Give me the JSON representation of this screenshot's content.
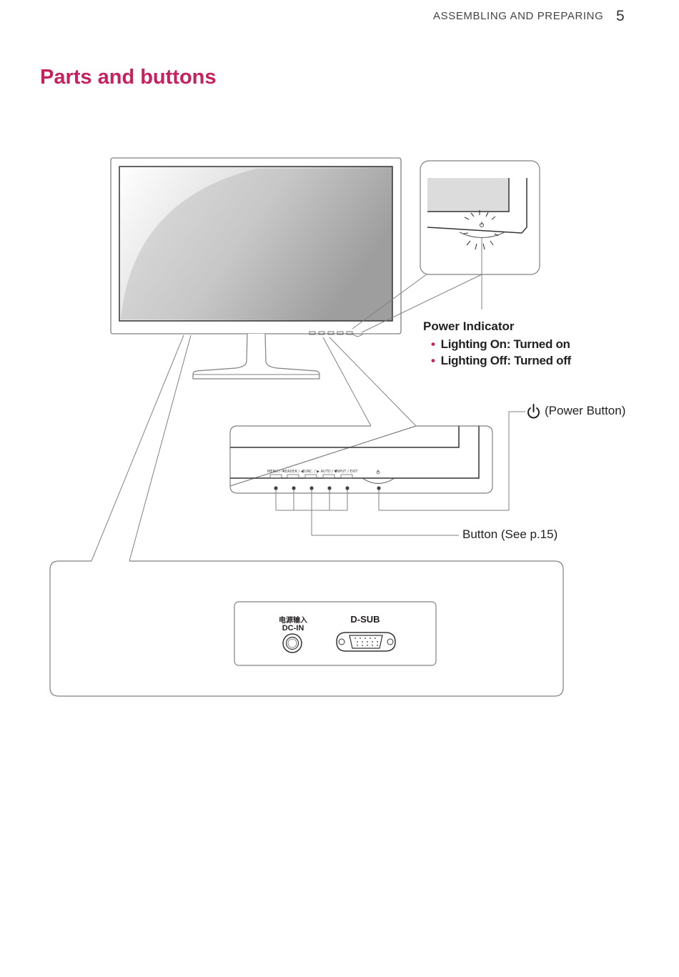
{
  "header": {
    "section": "ASSEMBLING AND PREPARING",
    "page_number": "5"
  },
  "title": "Parts and buttons",
  "power_indicator": {
    "title": "Power Indicator",
    "items": [
      "Lighting On: Turned on",
      "Lighting Off: Turned off"
    ]
  },
  "power_button": {
    "icon": "power-icon",
    "label": "(Power Button)"
  },
  "buttons_callout": {
    "label": "Button (See p.15)"
  },
  "control_buttons": [
    "MENU / ⇦",
    "READER / ◀",
    "FUNC. / ▶",
    "AUTO / ▼",
    "INPUT / EXIT"
  ],
  "ports": {
    "dc_in_chinese": "电源输入",
    "dc_in": "DC-IN",
    "dsub": "D-SUB"
  },
  "colors": {
    "accent": "#c7215d",
    "line": "#808080",
    "text": "#231f20"
  }
}
